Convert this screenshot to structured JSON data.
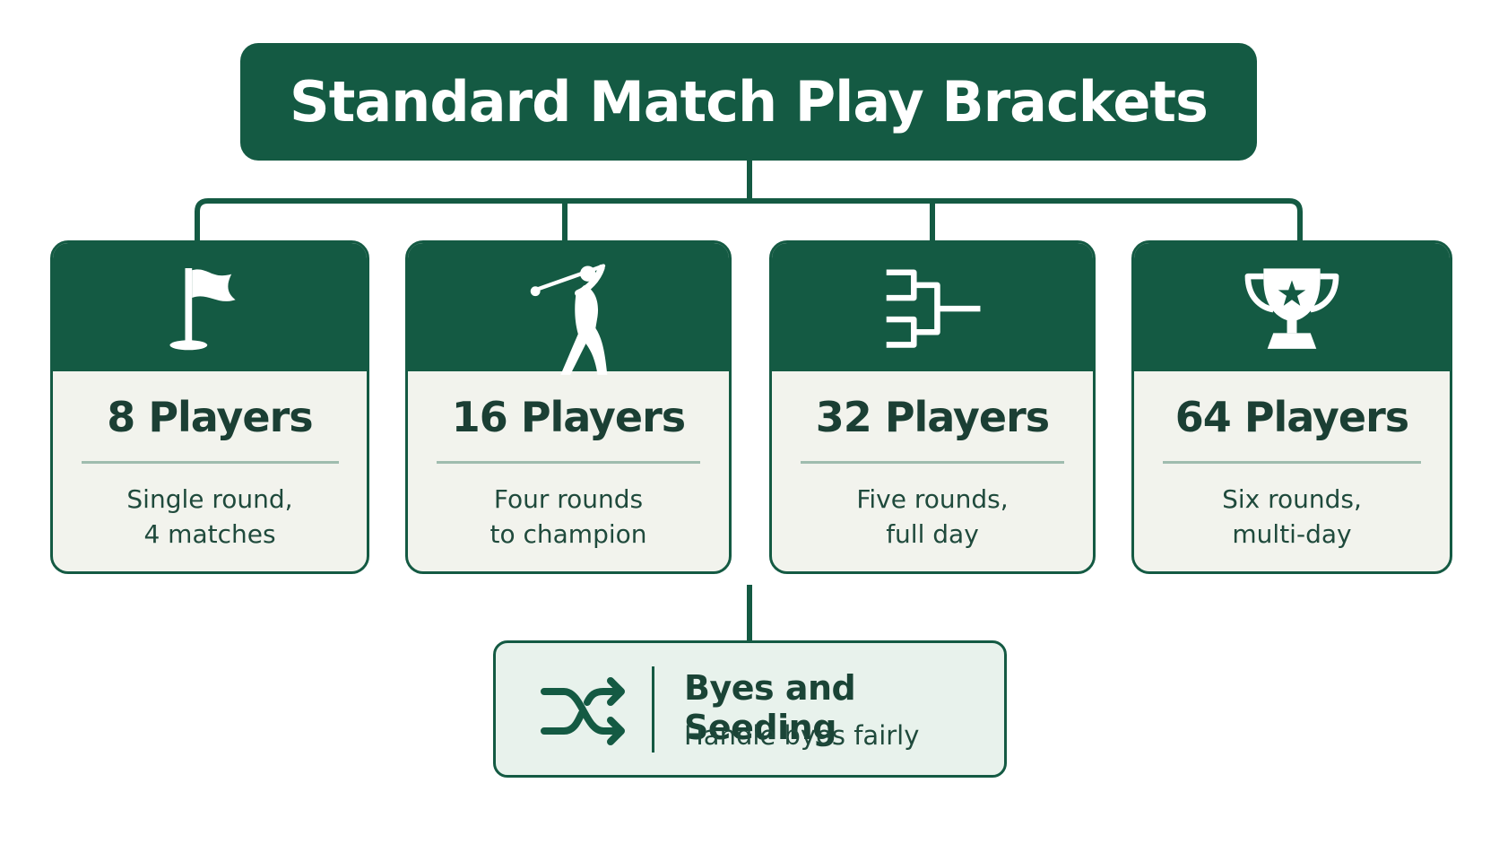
{
  "title": "Standard Match Play Brackets",
  "cards": [
    {
      "icon": "golf-flag-icon",
      "title": "8 Players",
      "desc_line1": "Single round,",
      "desc_line2": "4 matches"
    },
    {
      "icon": "golfer-swing-icon",
      "title": "16 Players",
      "desc_line1": "Four rounds",
      "desc_line2": "to champion"
    },
    {
      "icon": "bracket-icon",
      "title": "32 Players",
      "desc_line1": "Five rounds,",
      "desc_line2": "full day"
    },
    {
      "icon": "trophy-icon",
      "title": "64 Players",
      "desc_line1": "Six rounds,",
      "desc_line2": "multi-day"
    }
  ],
  "byes": {
    "icon": "shuffle-icon",
    "title": "Byes and Seeding",
    "subtitle": "Handle byes fairly"
  },
  "colors": {
    "primary": "#145a43",
    "card_body": "#f2f3ed",
    "byes_fill": "#e8f2ec",
    "rule": "#9fbcae"
  }
}
